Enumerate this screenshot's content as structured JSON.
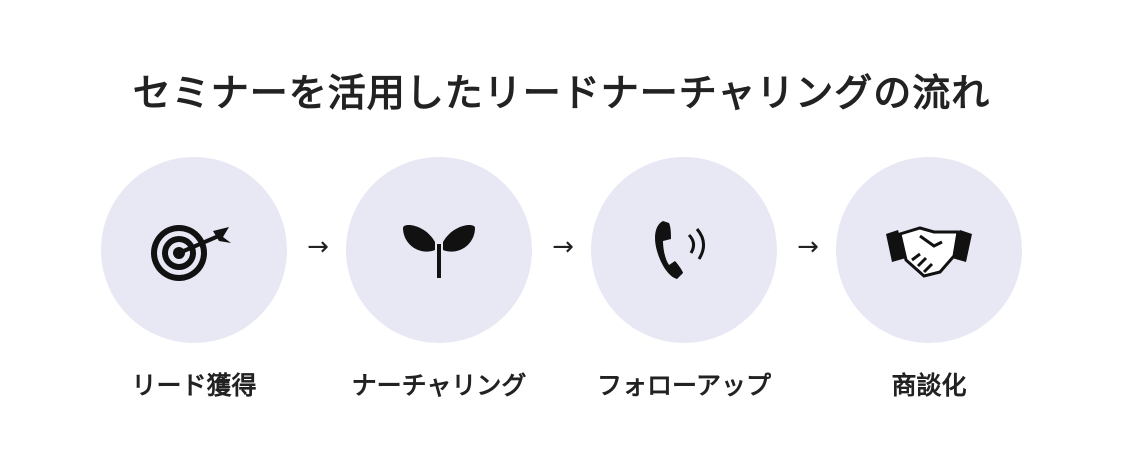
{
  "title": "セミナーを活用したリードナーチャリングの流れ",
  "colors": {
    "circle_fill": "#e8e8f5",
    "icon": "#111111",
    "text": "#222222"
  },
  "steps": [
    {
      "label": "リード獲得",
      "icon": "target-icon"
    },
    {
      "label": "ナーチャリング",
      "icon": "sprout-icon"
    },
    {
      "label": "フォローアップ",
      "icon": "phone-icon"
    },
    {
      "label": "商談化",
      "icon": "handshake-icon"
    }
  ],
  "arrow_glyph": "→"
}
